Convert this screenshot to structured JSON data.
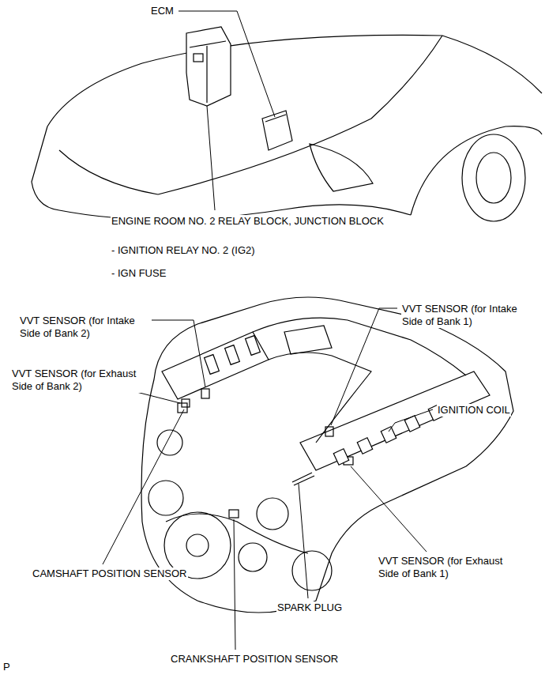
{
  "diagram": {
    "labels": [
      "ECM",
      "ENGINE ROOM NO. 2 RELAY BLOCK, JUNCTION BLOCK",
      "- IGNITION RELAY NO. 2 (IG2)",
      "- IGN FUSE",
      "VVT SENSOR (for Intake Side of Bank 2)",
      "VVT SENSOR (for Exhaust Side of Bank 2)",
      "VVT SENSOR (for Intake Side of Bank 1)",
      "IGNITION COIL",
      "CAMSHAFT POSITION SENSOR",
      "VVT SENSOR (for Exhaust Side of Bank 1)",
      "SPARK PLUG",
      "CRANKSHAFT POSITION SENSOR",
      "P"
    ]
  }
}
